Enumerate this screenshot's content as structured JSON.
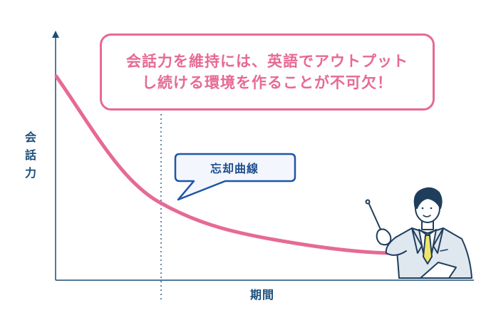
{
  "headline": {
    "line1": "会話力を維持には、英語でアウトプット",
    "line2": "し続ける環境を作ることが不可欠！"
  },
  "curve_label": "忘却曲線",
  "axes": {
    "y_label_chars": [
      "会",
      "話",
      "力"
    ],
    "x_label": "期間"
  },
  "colors": {
    "curve": "#e66a93",
    "headline": "#e66a93",
    "axis": "#1a4e7a",
    "bubble_border": "#1f55a8",
    "bubble_fill": "#f3f6fd",
    "tie": "#f2e46b",
    "suit": "#dfe7ef"
  },
  "illustration": "businessman-with-pointer"
}
